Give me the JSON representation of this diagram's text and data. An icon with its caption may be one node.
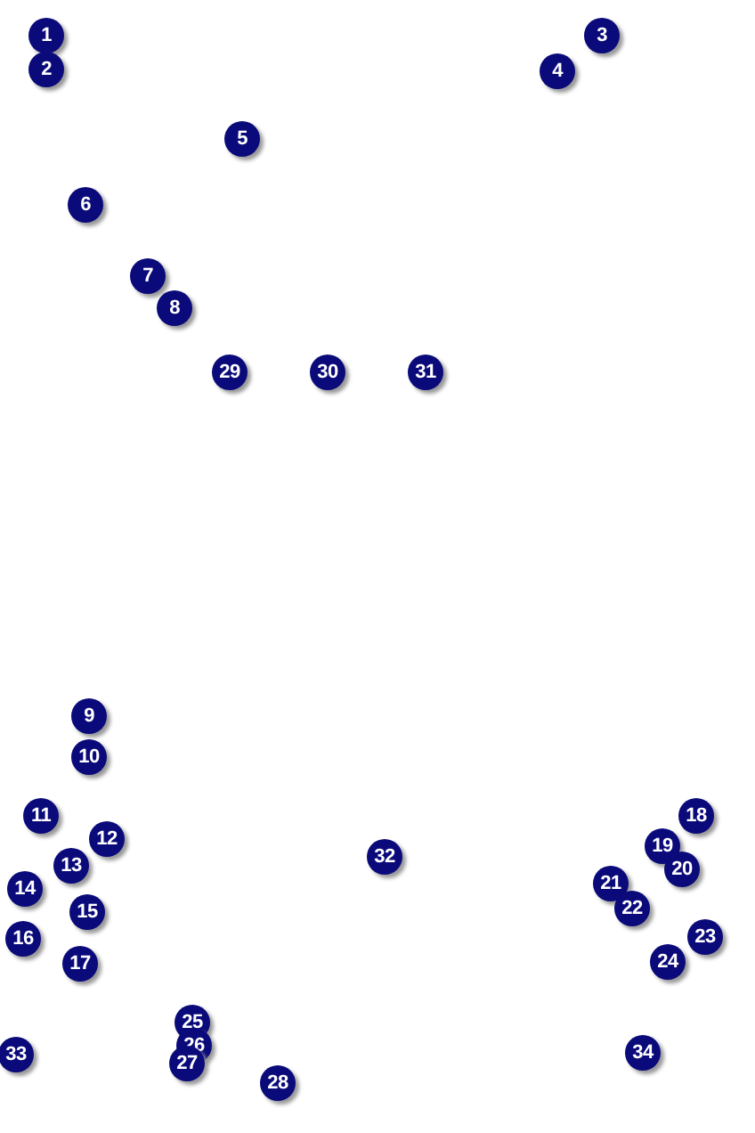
{
  "diagram": {
    "labels": [
      "1",
      "2",
      "3",
      "4",
      "5",
      "6",
      "7",
      "8",
      "29",
      "30",
      "31",
      "9",
      "10",
      "11",
      "12",
      "13",
      "14",
      "15",
      "16",
      "17",
      "18",
      "19",
      "20",
      "21",
      "22",
      "23",
      "24",
      "25",
      "26",
      "27",
      "28",
      "32",
      "33",
      "34"
    ]
  }
}
